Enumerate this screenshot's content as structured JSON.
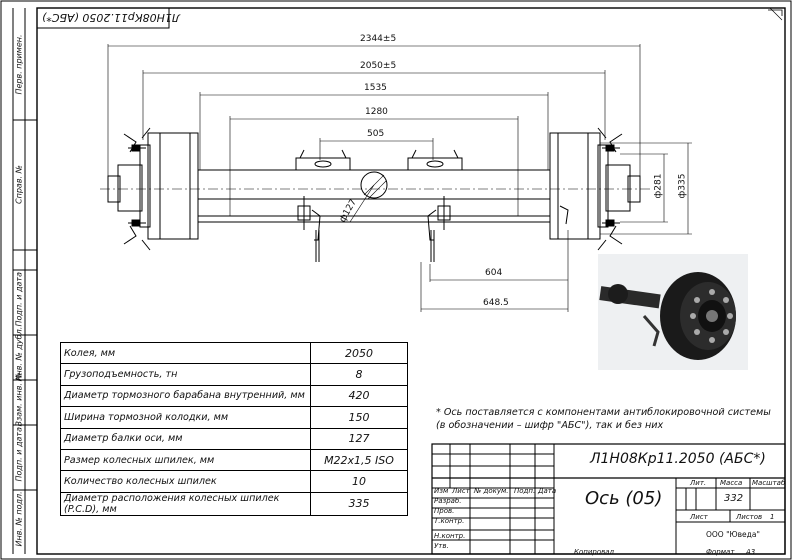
{
  "stamp_top": "Л1Н08Кр11.2050 (АБС*)",
  "margin_labels": {
    "perv_primen": "Перв. примен.",
    "sprav_no": "Справ. №",
    "podp_data_1": "Подп. и дата",
    "inv_dubl": "Инв. № дубл.",
    "vzam_inv": "Взам. инв. №",
    "podp_data_2": "Подп. и дата",
    "inv_podl": "Инв. № подл."
  },
  "dimensions": {
    "d2344": "2344±5",
    "d2050": "2050±5",
    "d1535": "1535",
    "d1280": "1280",
    "d505": "505",
    "d127": "ф127",
    "d281": "ф281",
    "d335": "ф335",
    "d604": "604",
    "d648": "648.5"
  },
  "specs": [
    {
      "label": "Колея, мм",
      "value": "2050"
    },
    {
      "label": "Грузоподъемность, тн",
      "value": "8"
    },
    {
      "label": "Диаметр тормозного барабана внутренний, мм",
      "value": "420"
    },
    {
      "label": "Ширина тормозной колодки, мм",
      "value": "150"
    },
    {
      "label": "Диаметр балки оси, мм",
      "value": "127"
    },
    {
      "label": "Размер колесных шпилек, мм",
      "value": "M22x1,5 ISO"
    },
    {
      "label": "Количество колесных шпилек",
      "value": "10"
    },
    {
      "label": "Диаметр расположения колесных шпилек (P.C.D), мм",
      "value": "335"
    }
  ],
  "note": "* Ось поставляется с компонентами антиблокировочной системы (в обозначении – шифр \"АБС\"), так и без них",
  "title_block": {
    "designation": "Л1Н08Кр11.2050 (АБС*)",
    "name": "Ось (05)",
    "lit": "Лит.",
    "massa": "Масса",
    "masshtab": "Масштаб",
    "mass_value": "332",
    "list": "Лист",
    "listov": "Листов",
    "listov_value": "1",
    "company": "ООО \"Юведа\"",
    "izm": "Изм",
    "list_col": "Лист",
    "doc_no": "№ докум.",
    "podp": "Подп.",
    "data": "Дата",
    "razrab": "Разраб.",
    "prov": "Пров.",
    "tkontr": "Т.контр.",
    "nkontr": "Н.контр.",
    "utv": "Утв.",
    "kopiroval": "Копировал",
    "format": "Формат",
    "format_value": "А3"
  }
}
